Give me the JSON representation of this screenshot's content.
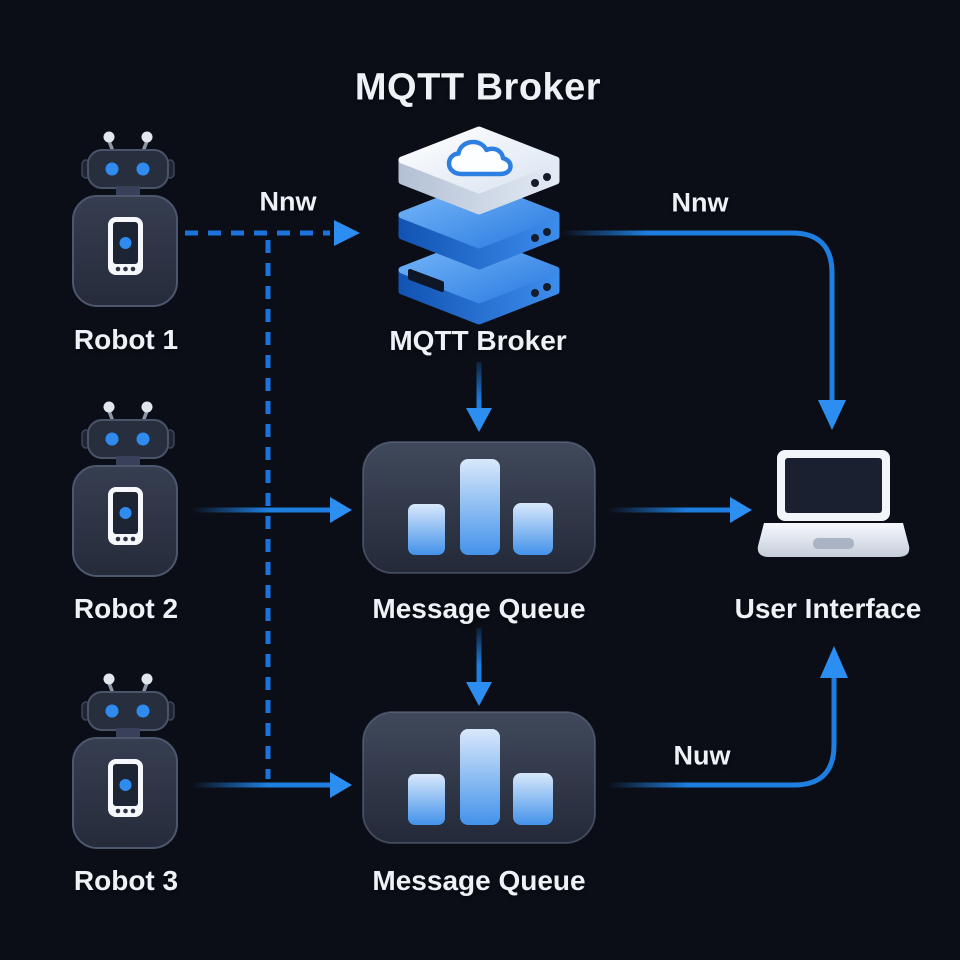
{
  "title": "MQTT Broker",
  "nodes": {
    "robot1": {
      "label": "Robot 1",
      "icon": "robot-icon"
    },
    "robot2": {
      "label": "Robot 2",
      "icon": "robot-icon"
    },
    "robot3": {
      "label": "Robot 3",
      "icon": "robot-icon"
    },
    "broker": {
      "label": "MQTT Broker",
      "icon": "server-stack-icon",
      "badge_icon": "cloud-icon"
    },
    "queue1": {
      "label": "Message Queue",
      "icon": "bar-chart-icon"
    },
    "queue2": {
      "label": "Message Queue",
      "icon": "bar-chart-icon"
    },
    "ui": {
      "label": "User Interface",
      "icon": "laptop-icon"
    }
  },
  "edges": {
    "robot1_to_broker": {
      "label": "Nnw",
      "style": "dashed"
    },
    "broker_to_ui": {
      "label": "Nnw",
      "style": "solid-curved"
    },
    "broker_to_queue1": {
      "label": "",
      "style": "solid"
    },
    "robot2_to_queue1": {
      "label": "",
      "style": "solid"
    },
    "queue1_to_ui": {
      "label": "",
      "style": "solid"
    },
    "queue1_to_queue2": {
      "label": "",
      "style": "solid"
    },
    "robot3_to_queue2": {
      "label": "",
      "style": "solid"
    },
    "queue2_to_ui": {
      "label": "Nuw",
      "style": "solid-curved"
    },
    "branch_vertical": {
      "label": "",
      "style": "dashed"
    }
  },
  "colors": {
    "background": "#161c2b",
    "arrow_blue": "#1e7fe0",
    "arrowhead_blue": "#2b8ef0",
    "dashed_blue": "#1b74dd",
    "node_box": "#2b3140",
    "bar_blue": "#4392ea",
    "accent_blue": "#2f8bef",
    "text": "#eef2f7",
    "server_white": "#e9eff8",
    "server_blue": "#2b7ce2"
  }
}
